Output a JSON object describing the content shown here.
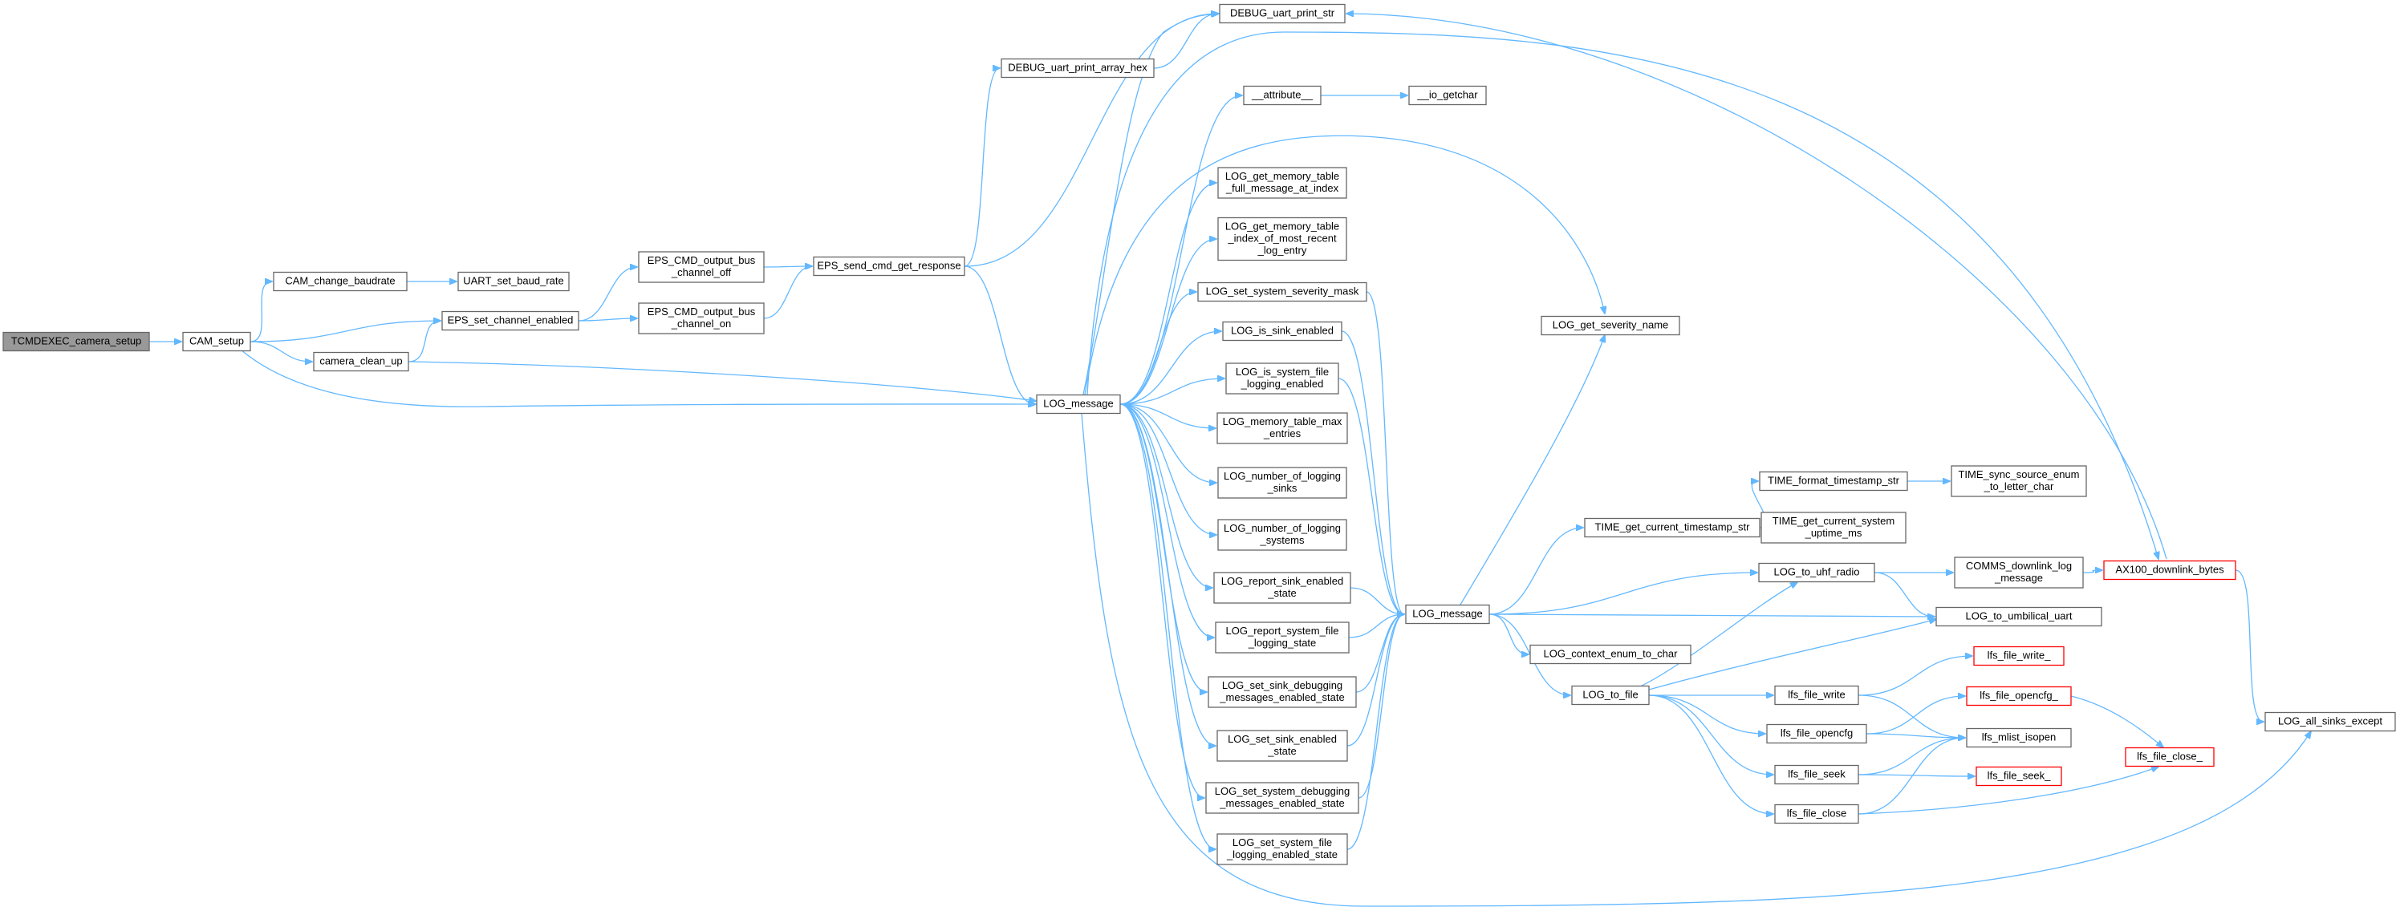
{
  "colors": {
    "edge": "#63b8ff",
    "node_border": "#666666",
    "root_fill": "#999999",
    "truncated_border": "#ff0000",
    "background": "#ffffff"
  },
  "nodes": [
    {
      "id": "root",
      "lines": [
        "TCMDEXEC_camera_setup"
      ],
      "style": "root"
    },
    {
      "id": "cam_setup",
      "lines": [
        "CAM_setup"
      ]
    },
    {
      "id": "cam_change_baud",
      "lines": [
        "CAM_change_baudrate"
      ]
    },
    {
      "id": "uart_set_baud",
      "lines": [
        "UART_set_baud_rate"
      ]
    },
    {
      "id": "eps_set_channel",
      "lines": [
        "EPS_set_channel_enabled"
      ]
    },
    {
      "id": "camera_clean_up",
      "lines": [
        "camera_clean_up"
      ]
    },
    {
      "id": "eps_cmd_off",
      "lines": [
        "EPS_CMD_output_bus",
        "_channel_off"
      ]
    },
    {
      "id": "eps_cmd_on",
      "lines": [
        "EPS_CMD_output_bus",
        "_channel_on"
      ]
    },
    {
      "id": "eps_send_cmd",
      "lines": [
        "EPS_send_cmd_get_response"
      ]
    },
    {
      "id": "debug_print_hex",
      "lines": [
        "DEBUG_uart_print_array_hex"
      ]
    },
    {
      "id": "debug_print_str",
      "lines": [
        "DEBUG_uart_print_str"
      ]
    },
    {
      "id": "log_message_1",
      "lines": [
        "LOG_message"
      ]
    },
    {
      "id": "attribute",
      "lines": [
        "__attribute__"
      ]
    },
    {
      "id": "io_getchar",
      "lines": [
        "__io_getchar"
      ]
    },
    {
      "id": "log_mem_full",
      "lines": [
        "LOG_get_memory_table",
        "_full_message_at_index"
      ]
    },
    {
      "id": "log_mem_index",
      "lines": [
        "LOG_get_memory_table",
        "_index_of_most_recent",
        "_log_entry"
      ]
    },
    {
      "id": "log_set_sys_sev",
      "lines": [
        "LOG_set_system_severity_mask"
      ]
    },
    {
      "id": "log_is_sink",
      "lines": [
        "LOG_is_sink_enabled"
      ]
    },
    {
      "id": "log_is_sys_file",
      "lines": [
        "LOG_is_system_file",
        "_logging_enabled"
      ]
    },
    {
      "id": "log_mem_max",
      "lines": [
        "LOG_memory_table_max",
        "_entries"
      ]
    },
    {
      "id": "log_num_sinks",
      "lines": [
        "LOG_number_of_logging",
        "_sinks"
      ]
    },
    {
      "id": "log_num_systems",
      "lines": [
        "LOG_number_of_logging",
        "_systems"
      ]
    },
    {
      "id": "log_report_sink",
      "lines": [
        "LOG_report_sink_enabled",
        "_state"
      ]
    },
    {
      "id": "log_report_sys_file",
      "lines": [
        "LOG_report_system_file",
        "_logging_state"
      ]
    },
    {
      "id": "log_set_sink_dbg",
      "lines": [
        "LOG_set_sink_debugging",
        "_messages_enabled_state"
      ]
    },
    {
      "id": "log_set_sink_en",
      "lines": [
        "LOG_set_sink_enabled",
        "_state"
      ]
    },
    {
      "id": "log_set_sys_dbg",
      "lines": [
        "LOG_set_system_debugging",
        "_messages_enabled_state"
      ]
    },
    {
      "id": "log_set_sys_file",
      "lines": [
        "LOG_set_system_file",
        "_logging_enabled_state"
      ]
    },
    {
      "id": "log_get_severity",
      "lines": [
        "LOG_get_severity_name"
      ]
    },
    {
      "id": "log_message_2",
      "lines": [
        "LOG_message"
      ]
    },
    {
      "id": "time_get_ts",
      "lines": [
        "TIME_get_current_timestamp_str"
      ]
    },
    {
      "id": "time_format_ts",
      "lines": [
        "TIME_format_timestamp_str"
      ]
    },
    {
      "id": "time_sync_src",
      "lines": [
        "TIME_sync_source_enum",
        "_to_letter_char"
      ]
    },
    {
      "id": "time_uptime",
      "lines": [
        "TIME_get_current_system",
        "_uptime_ms"
      ]
    },
    {
      "id": "log_to_uhf",
      "lines": [
        "LOG_to_uhf_radio"
      ]
    },
    {
      "id": "comms_downlink",
      "lines": [
        "COMMS_downlink_log",
        "_message"
      ]
    },
    {
      "id": "ax100_downlink",
      "lines": [
        "AX100_downlink_bytes"
      ],
      "style": "red"
    },
    {
      "id": "log_to_umb",
      "lines": [
        "LOG_to_umbilical_uart"
      ]
    },
    {
      "id": "log_ctx_enum",
      "lines": [
        "LOG_context_enum_to_char"
      ]
    },
    {
      "id": "log_to_file",
      "lines": [
        "LOG_to_file"
      ]
    },
    {
      "id": "lfs_file_write",
      "lines": [
        "lfs_file_write"
      ]
    },
    {
      "id": "lfs_file_write_",
      "lines": [
        "lfs_file_write_"
      ],
      "style": "red"
    },
    {
      "id": "lfs_file_opencfg",
      "lines": [
        "lfs_file_opencfg"
      ]
    },
    {
      "id": "lfs_file_opencfg_",
      "lines": [
        "lfs_file_opencfg_"
      ],
      "style": "red"
    },
    {
      "id": "lfs_mlist_isopen",
      "lines": [
        "lfs_mlist_isopen"
      ]
    },
    {
      "id": "lfs_file_seek",
      "lines": [
        "lfs_file_seek"
      ]
    },
    {
      "id": "lfs_file_seek_",
      "lines": [
        "lfs_file_seek_"
      ],
      "style": "red"
    },
    {
      "id": "lfs_file_close",
      "lines": [
        "lfs_file_close"
      ]
    },
    {
      "id": "lfs_file_close_",
      "lines": [
        "lfs_file_close_"
      ],
      "style": "red"
    },
    {
      "id": "log_all_sinks",
      "lines": [
        "LOG_all_sinks_except"
      ]
    }
  ],
  "edges": [
    [
      "root",
      "cam_setup"
    ],
    [
      "cam_setup",
      "cam_change_baud"
    ],
    [
      "cam_setup",
      "eps_set_channel"
    ],
    [
      "cam_setup",
      "camera_clean_up"
    ],
    [
      "cam_setup",
      "log_message_1"
    ],
    [
      "cam_change_baud",
      "uart_set_baud"
    ],
    [
      "camera_clean_up",
      "eps_set_channel"
    ],
    [
      "camera_clean_up",
      "log_message_1"
    ],
    [
      "eps_set_channel",
      "eps_cmd_off"
    ],
    [
      "eps_set_channel",
      "eps_cmd_on"
    ],
    [
      "eps_cmd_off",
      "eps_send_cmd"
    ],
    [
      "eps_cmd_on",
      "eps_send_cmd"
    ],
    [
      "eps_send_cmd",
      "debug_print_hex"
    ],
    [
      "eps_send_cmd",
      "debug_print_str"
    ],
    [
      "eps_send_cmd",
      "log_message_1"
    ],
    [
      "debug_print_hex",
      "debug_print_str"
    ],
    [
      "log_message_1",
      "debug_print_str"
    ],
    [
      "log_message_1",
      "attribute"
    ],
    [
      "log_message_1",
      "ax100_downlink"
    ],
    [
      "log_message_1",
      "log_get_severity"
    ],
    [
      "log_message_1",
      "log_mem_full"
    ],
    [
      "log_message_1",
      "log_mem_index"
    ],
    [
      "log_message_1",
      "log_set_sys_sev"
    ],
    [
      "log_message_1",
      "log_is_sink"
    ],
    [
      "log_message_1",
      "log_is_sys_file"
    ],
    [
      "log_message_1",
      "log_mem_max"
    ],
    [
      "log_message_1",
      "log_num_sinks"
    ],
    [
      "log_message_1",
      "log_num_systems"
    ],
    [
      "log_message_1",
      "log_report_sink"
    ],
    [
      "log_message_1",
      "log_report_sys_file"
    ],
    [
      "log_message_1",
      "log_set_sink_dbg"
    ],
    [
      "log_message_1",
      "log_set_sink_en"
    ],
    [
      "log_message_1",
      "log_set_sys_dbg"
    ],
    [
      "log_message_1",
      "log_set_sys_file"
    ],
    [
      "log_message_1",
      "log_all_sinks"
    ],
    [
      "attribute",
      "io_getchar"
    ],
    [
      "log_set_sys_sev",
      "log_message_2"
    ],
    [
      "log_is_sink",
      "log_message_2"
    ],
    [
      "log_is_sys_file",
      "log_message_2"
    ],
    [
      "log_report_sink",
      "log_message_2"
    ],
    [
      "log_report_sys_file",
      "log_message_2"
    ],
    [
      "log_set_sink_dbg",
      "log_message_2"
    ],
    [
      "log_set_sink_en",
      "log_message_2"
    ],
    [
      "log_set_sys_dbg",
      "log_message_2"
    ],
    [
      "log_set_sys_file",
      "log_message_2"
    ],
    [
      "log_message_2",
      "log_get_severity"
    ],
    [
      "log_message_2",
      "time_get_ts"
    ],
    [
      "log_message_2",
      "log_to_uhf"
    ],
    [
      "log_message_2",
      "log_to_umb"
    ],
    [
      "log_message_2",
      "log_ctx_enum"
    ],
    [
      "log_message_2",
      "log_to_file"
    ],
    [
      "time_get_ts",
      "time_format_ts"
    ],
    [
      "time_get_ts",
      "time_uptime"
    ],
    [
      "time_format_ts",
      "time_sync_src"
    ],
    [
      "log_to_uhf",
      "comms_downlink"
    ],
    [
      "log_to_uhf",
      "log_to_umb"
    ],
    [
      "comms_downlink",
      "ax100_downlink"
    ],
    [
      "ax100_downlink",
      "debug_print_str"
    ],
    [
      "ax100_downlink",
      "log_all_sinks"
    ],
    [
      "log_to_file",
      "log_to_uhf"
    ],
    [
      "log_to_file",
      "log_to_umb"
    ],
    [
      "log_to_file",
      "lfs_file_write"
    ],
    [
      "log_to_file",
      "lfs_file_opencfg"
    ],
    [
      "log_to_file",
      "lfs_file_seek"
    ],
    [
      "log_to_file",
      "lfs_file_close"
    ],
    [
      "lfs_file_write",
      "lfs_file_write_"
    ],
    [
      "lfs_file_write",
      "lfs_mlist_isopen"
    ],
    [
      "lfs_file_opencfg",
      "lfs_file_opencfg_"
    ],
    [
      "lfs_file_opencfg",
      "lfs_mlist_isopen"
    ],
    [
      "lfs_file_seek",
      "lfs_mlist_isopen"
    ],
    [
      "lfs_file_seek",
      "lfs_file_seek_"
    ],
    [
      "lfs_file_close",
      "lfs_mlist_isopen"
    ],
    [
      "lfs_file_close",
      "lfs_file_close_"
    ],
    [
      "lfs_file_opencfg_",
      "lfs_file_close_"
    ]
  ]
}
